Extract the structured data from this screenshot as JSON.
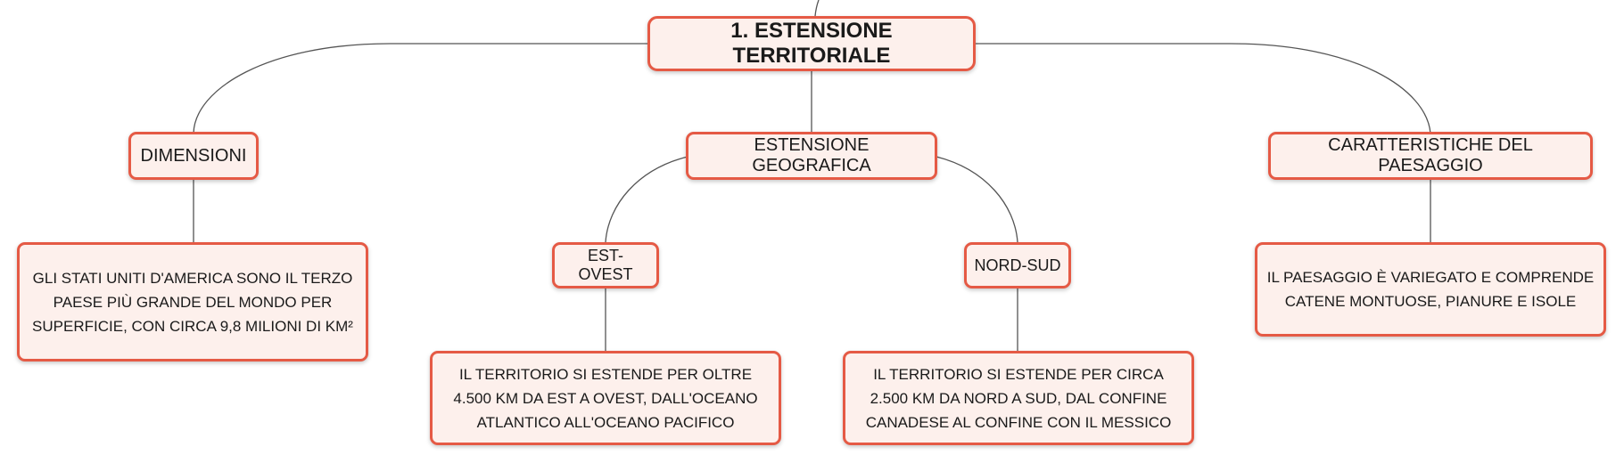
{
  "colors": {
    "node_border": "#e55a45",
    "node_fill": "#fdf0ec",
    "connector": "#555555"
  },
  "diagram": {
    "root": "1. ESTENSIONE TERRITORIALE",
    "branches": {
      "dimensioni": {
        "label": "DIMENSIONI",
        "detail": "GLI STATI UNITI D'AMERICA SONO IL TERZO PAESE PIÙ GRANDE DEL MONDO PER SUPERFICIE, CON CIRCA 9,8 MILIONI DI KM²"
      },
      "estensione_geografica": {
        "label": "ESTENSIONE GEOGRAFICA",
        "est_ovest": {
          "label": "EST-OVEST",
          "detail": "IL TERRITORIO SI ESTENDE PER OLTRE 4.500 KM DA EST A OVEST, DALL'OCEANO ATLANTICO ALL'OCEANO PACIFICO"
        },
        "nord_sud": {
          "label": "NORD-SUD",
          "detail": "IL TERRITORIO SI ESTENDE PER CIRCA 2.500 KM DA NORD A SUD, DAL CONFINE CANADESE AL CONFINE CON IL MESSICO"
        }
      },
      "paesaggio": {
        "label": "CARATTERISTICHE DEL PAESAGGIO",
        "detail": "IL PAESAGGIO È VARIEGATO E COMPRENDE CATENE MONTUOSE, PIANURE E ISOLE"
      }
    }
  }
}
